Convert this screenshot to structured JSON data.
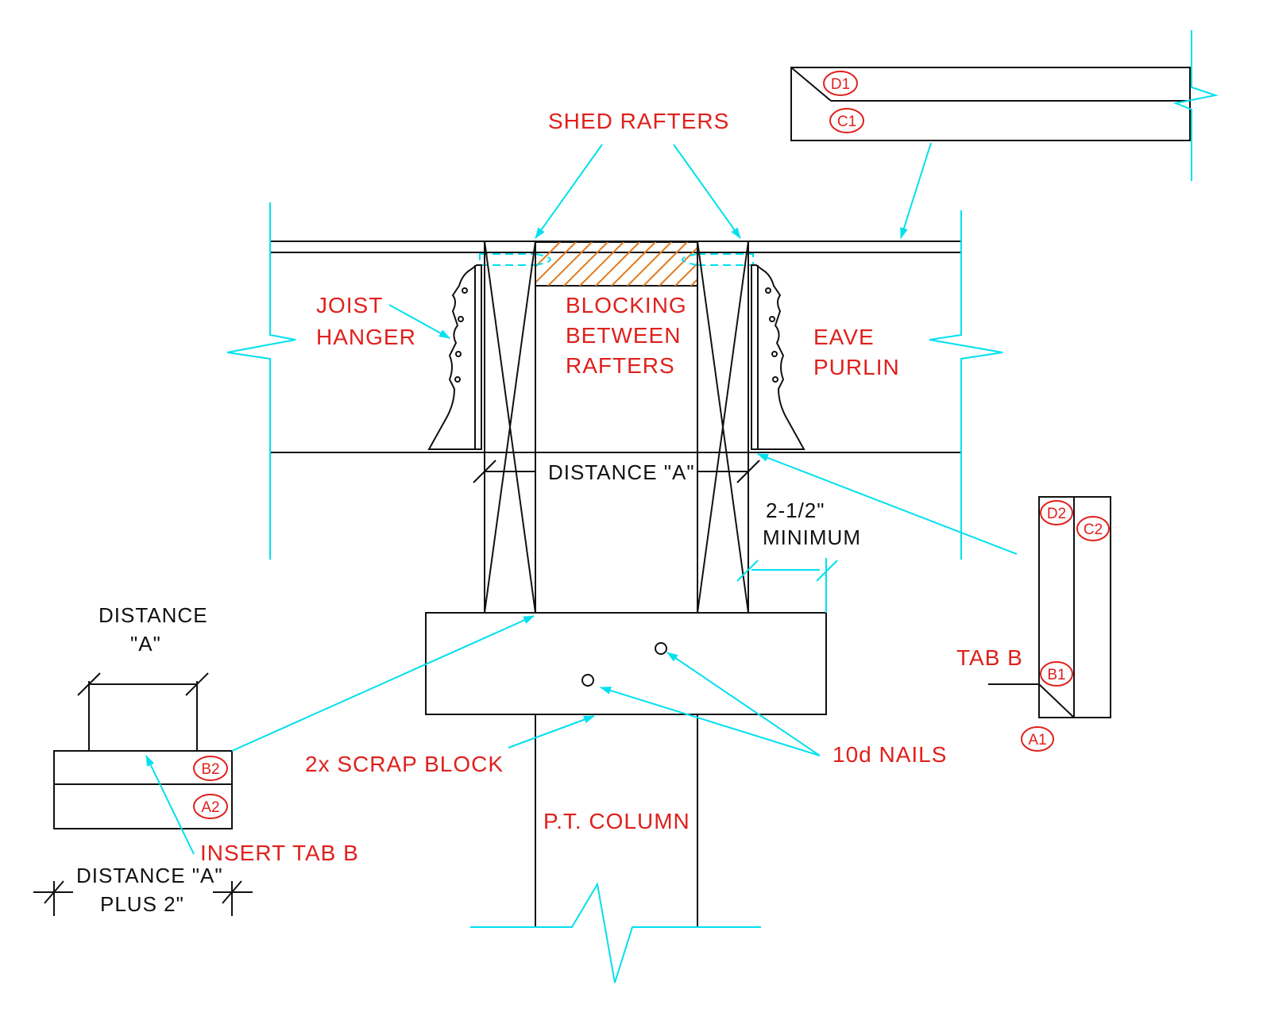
{
  "labels": {
    "shed_rafters": "SHED RAFTERS",
    "joist_hanger_1": "JOIST",
    "joist_hanger_2": "HANGER",
    "blocking_1": "BLOCKING",
    "blocking_2": "BETWEEN",
    "blocking_3": "RAFTERS",
    "eave_purlin_1": "EAVE",
    "eave_purlin_2": "PURLIN",
    "distance_a_center": "DISTANCE \"A\"",
    "min_1": "2-1/2\"",
    "min_2": "MINIMUM",
    "distance_a_top_1": "DISTANCE",
    "distance_a_top_2": "\"A\"",
    "scrap_block": "2x SCRAP BLOCK",
    "nails": "10d NAILS",
    "column": "P.T. COLUMN",
    "insert_tab": "INSERT TAB B",
    "distance_plus_1": "DISTANCE \"A\"",
    "distance_plus_2": "PLUS 2\"",
    "tab_b": "TAB B"
  },
  "tags": {
    "d1": "D1",
    "c1": "C1",
    "d2": "D2",
    "c2": "C2",
    "b1": "B1",
    "a1": "A1",
    "b2": "B2",
    "a2": "A2"
  },
  "colors": {
    "lines": "#111111",
    "leaders": "#00e0ee",
    "text": "#e0201c",
    "hatch": "#e07a1f"
  }
}
